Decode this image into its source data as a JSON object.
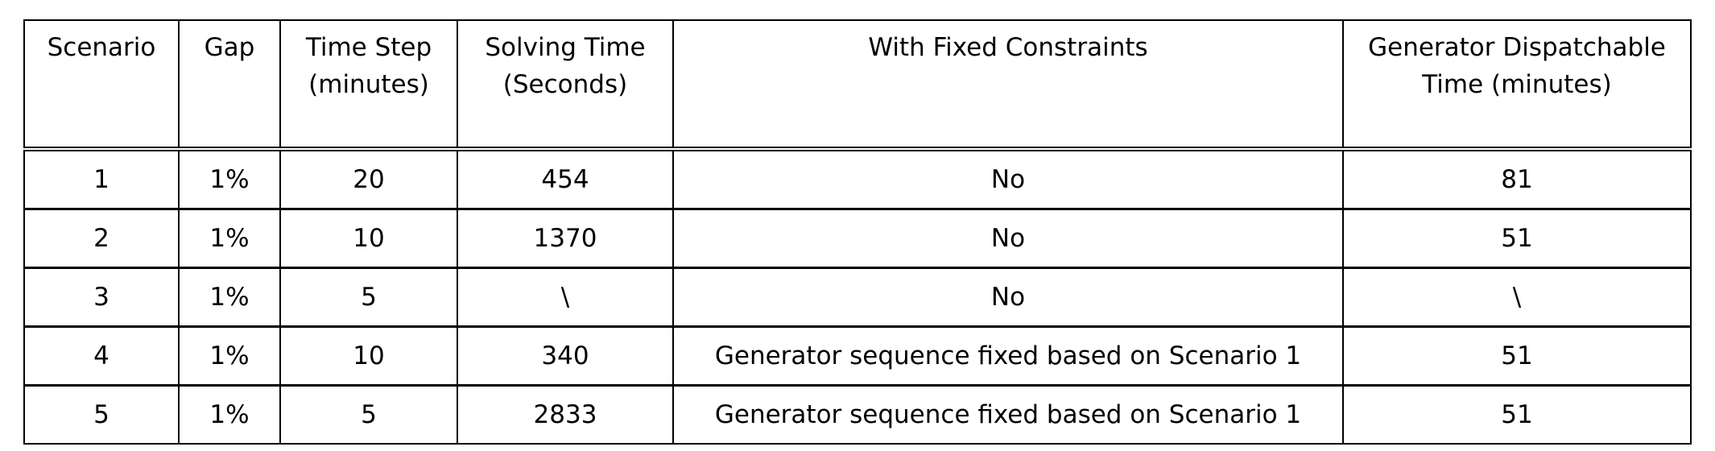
{
  "table": {
    "headers": [
      [
        "Scenario"
      ],
      [
        "Gap"
      ],
      [
        "Time Step",
        "(minutes)"
      ],
      [
        "Solving Time",
        "(Seconds)"
      ],
      [
        "With Fixed Constraints"
      ],
      [
        "Generator Dispatchable",
        "Time (minutes)"
      ]
    ],
    "rows": [
      [
        "1",
        "1%",
        "20",
        "454",
        "No",
        "81"
      ],
      [
        "2",
        "1%",
        "10",
        "1370",
        "No",
        "51"
      ],
      [
        "3",
        "1%",
        "5",
        "\\",
        "No",
        "\\"
      ],
      [
        "4",
        "1%",
        "10",
        "340",
        "Generator sequence fixed based on Scenario 1",
        "51"
      ],
      [
        "5",
        "1%",
        "5",
        "2833",
        "Generator sequence fixed based on Scenario 1",
        "51"
      ]
    ]
  }
}
